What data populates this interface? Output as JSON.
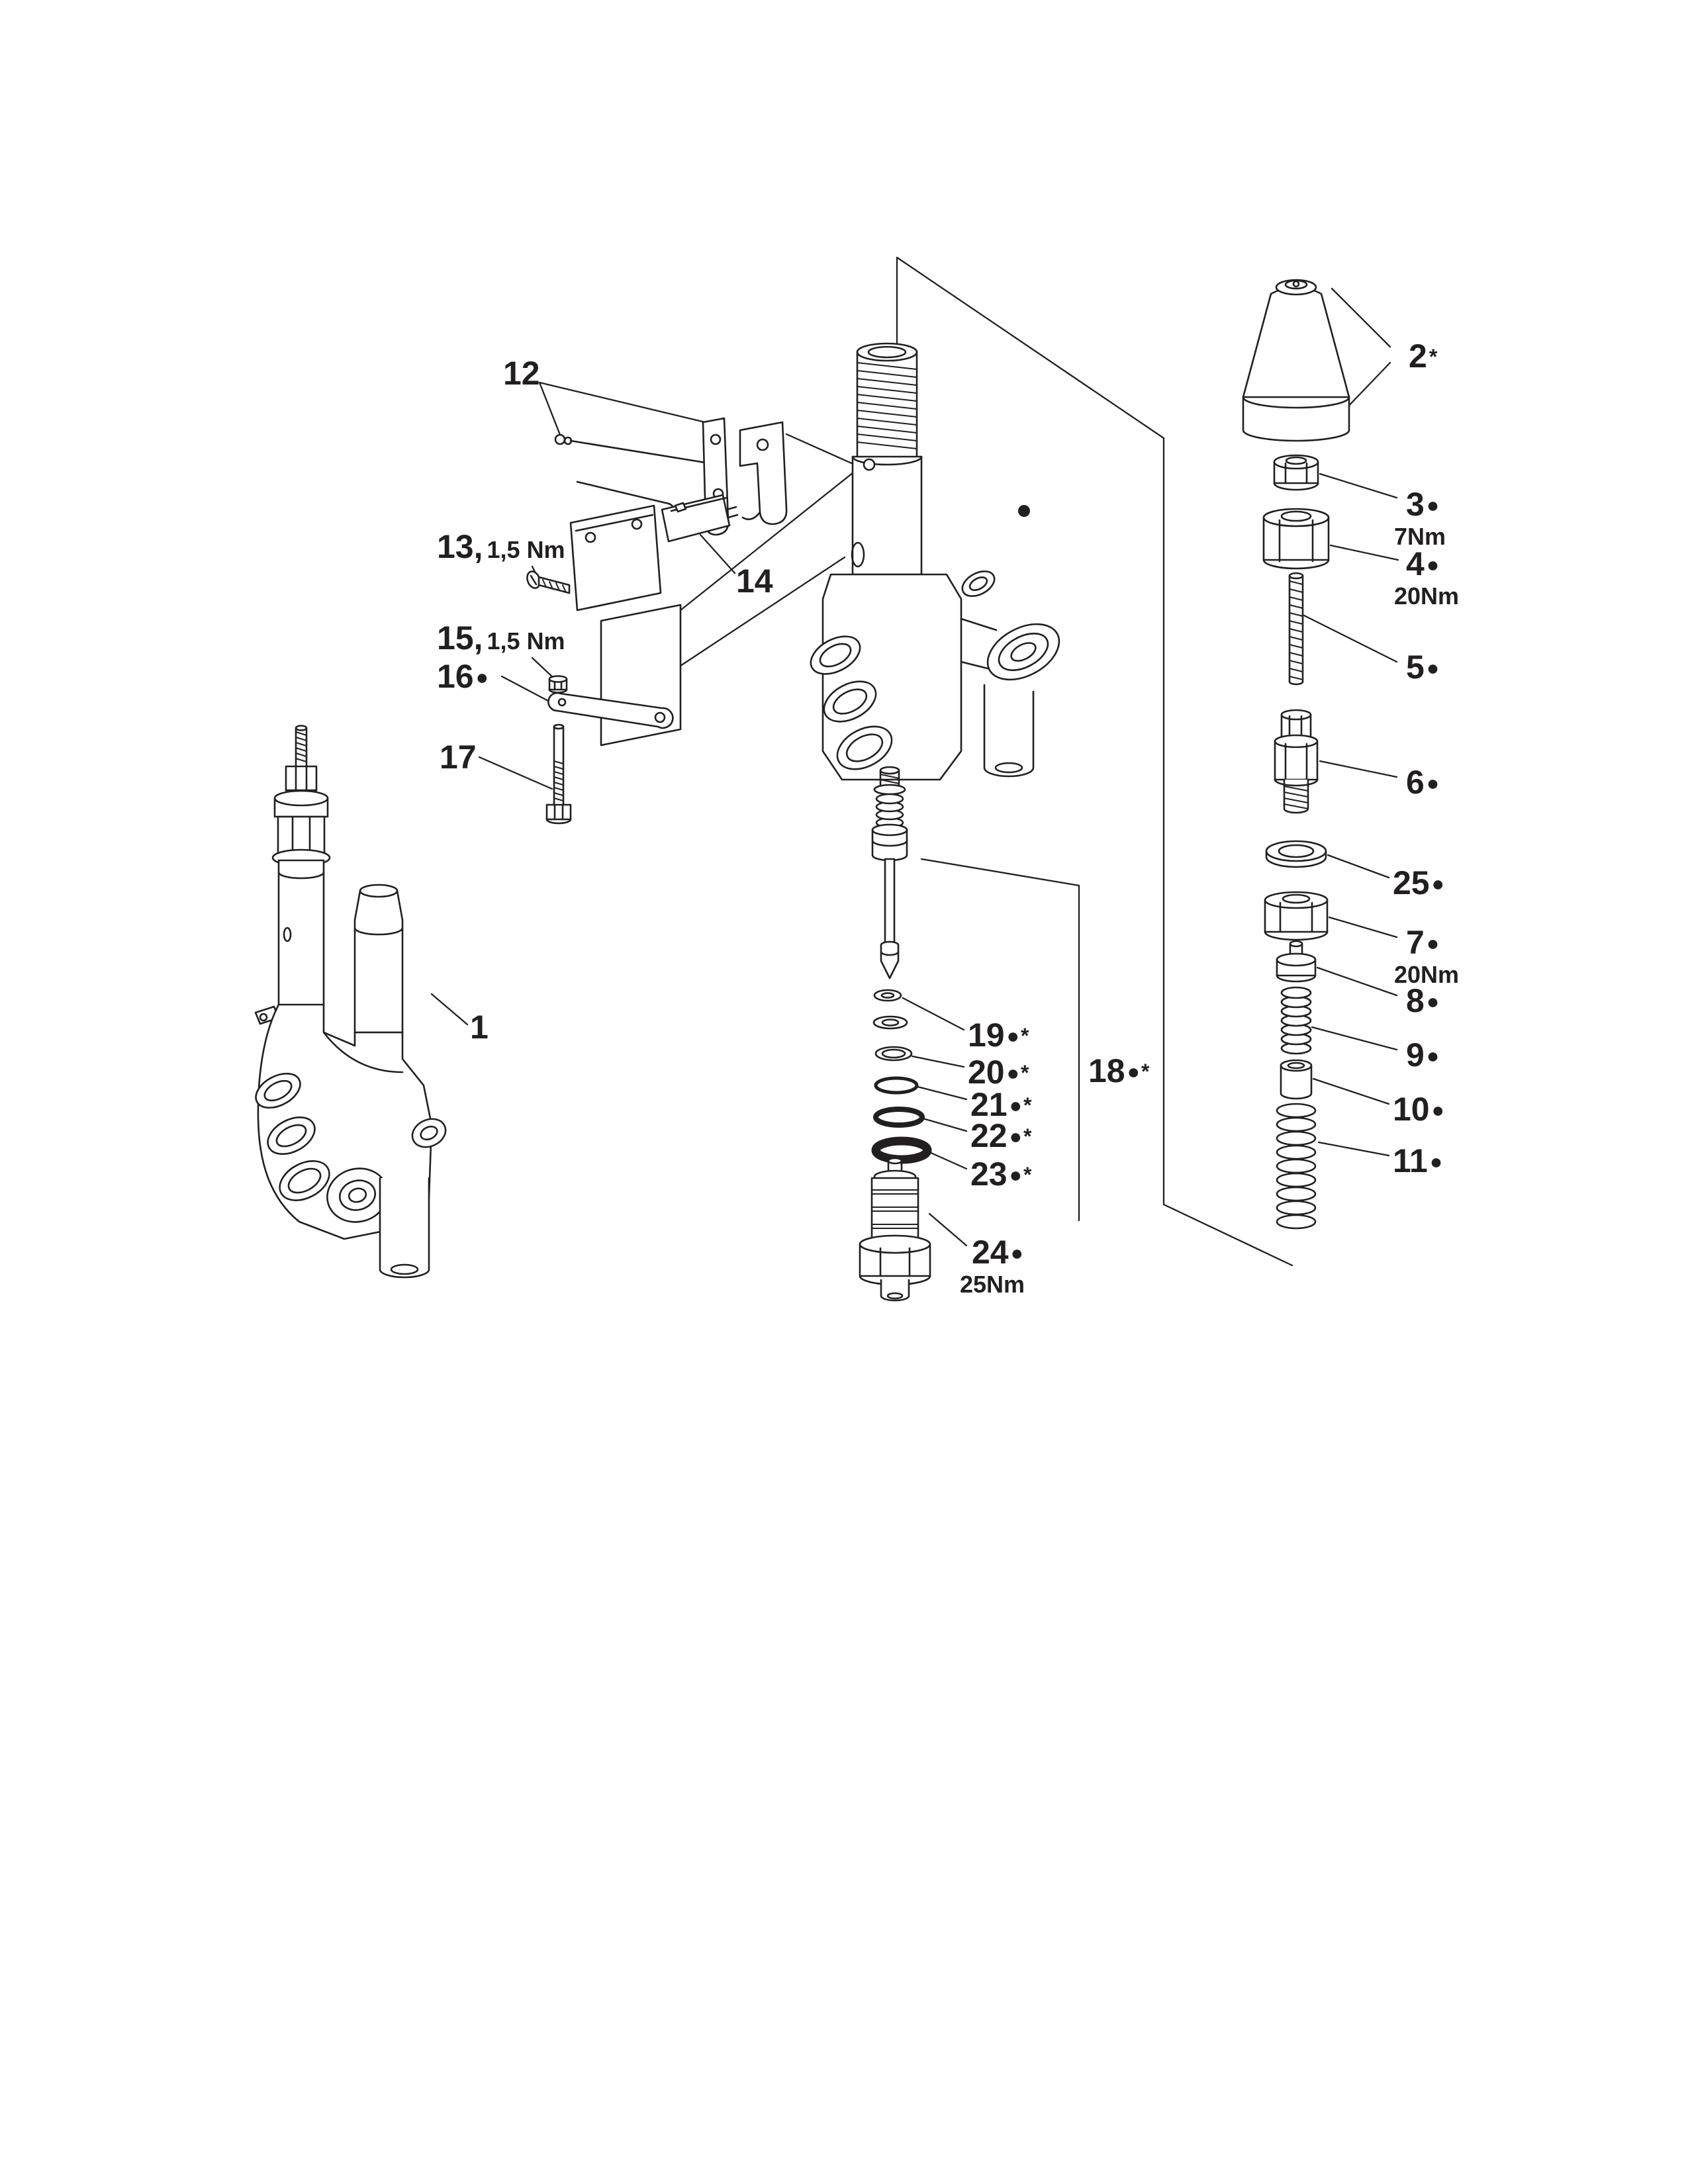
{
  "colors": {
    "line": "#231f20",
    "background": "#ffffff"
  },
  "callouts": [
    {
      "label": "12",
      "suffix": "",
      "torque": ""
    },
    {
      "label": "13,",
      "suffix": "",
      "torque": "1,5 Nm"
    },
    {
      "label": "14",
      "suffix": "",
      "torque": ""
    },
    {
      "label": "15,",
      "suffix": "",
      "torque": "1,5 Nm"
    },
    {
      "label": "16",
      "suffix": "●",
      "torque": ""
    },
    {
      "label": "17",
      "suffix": "",
      "torque": ""
    },
    {
      "label": "1",
      "suffix": "",
      "torque": ""
    },
    {
      "label": "2",
      "suffix": "*",
      "torque": ""
    },
    {
      "label": "3",
      "suffix": "●",
      "torque": "7Nm"
    },
    {
      "label": "4",
      "suffix": "●",
      "torque": "20Nm"
    },
    {
      "label": "5",
      "suffix": "●",
      "torque": ""
    },
    {
      "label": "6",
      "suffix": "●",
      "torque": ""
    },
    {
      "label": "25",
      "suffix": "●",
      "torque": ""
    },
    {
      "label": "7",
      "suffix": "●",
      "torque": "20Nm"
    },
    {
      "label": "8",
      "suffix": "●",
      "torque": ""
    },
    {
      "label": "9",
      "suffix": "●",
      "torque": ""
    },
    {
      "label": "10",
      "suffix": "●",
      "torque": ""
    },
    {
      "label": "11",
      "suffix": "●",
      "torque": ""
    },
    {
      "label": "19",
      "suffix": "●*",
      "torque": ""
    },
    {
      "label": "20",
      "suffix": "●*",
      "torque": ""
    },
    {
      "label": "21",
      "suffix": "●*",
      "torque": ""
    },
    {
      "label": "22",
      "suffix": "●*",
      "torque": ""
    },
    {
      "label": "23",
      "suffix": "●*",
      "torque": ""
    },
    {
      "label": "18",
      "suffix": "●*",
      "torque": ""
    },
    {
      "label": "24",
      "suffix": "●",
      "torque": "25Nm"
    }
  ]
}
